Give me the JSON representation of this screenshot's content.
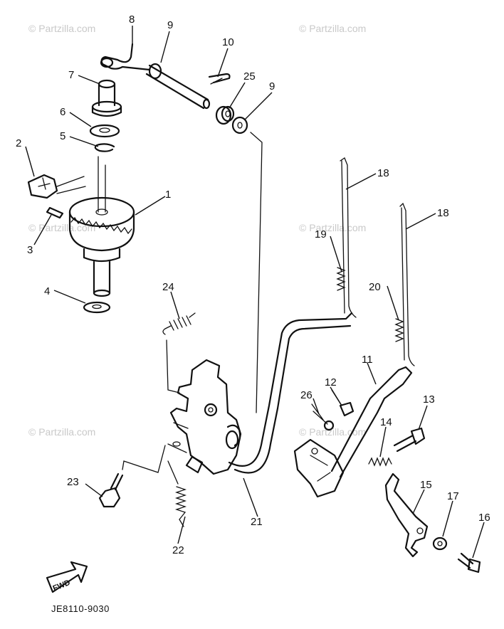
{
  "watermark": "© Partzilla.com",
  "diagram_code": "JE8110-9030",
  "fwd_label": "FWD",
  "callouts": {
    "c1": "1",
    "c2": "2",
    "c3": "3",
    "c4": "4",
    "c5": "5",
    "c6": "6",
    "c7": "7",
    "c8": "8",
    "c9a": "9",
    "c9b": "9",
    "c10": "10",
    "c11": "11",
    "c12": "12",
    "c13": "13",
    "c14": "14",
    "c15": "15",
    "c16": "16",
    "c17": "17",
    "c18a": "18",
    "c18b": "18",
    "c19": "19",
    "c20": "20",
    "c21": "21",
    "c22": "22",
    "c23": "23",
    "c24": "24",
    "c25": "25",
    "c26": "26"
  }
}
